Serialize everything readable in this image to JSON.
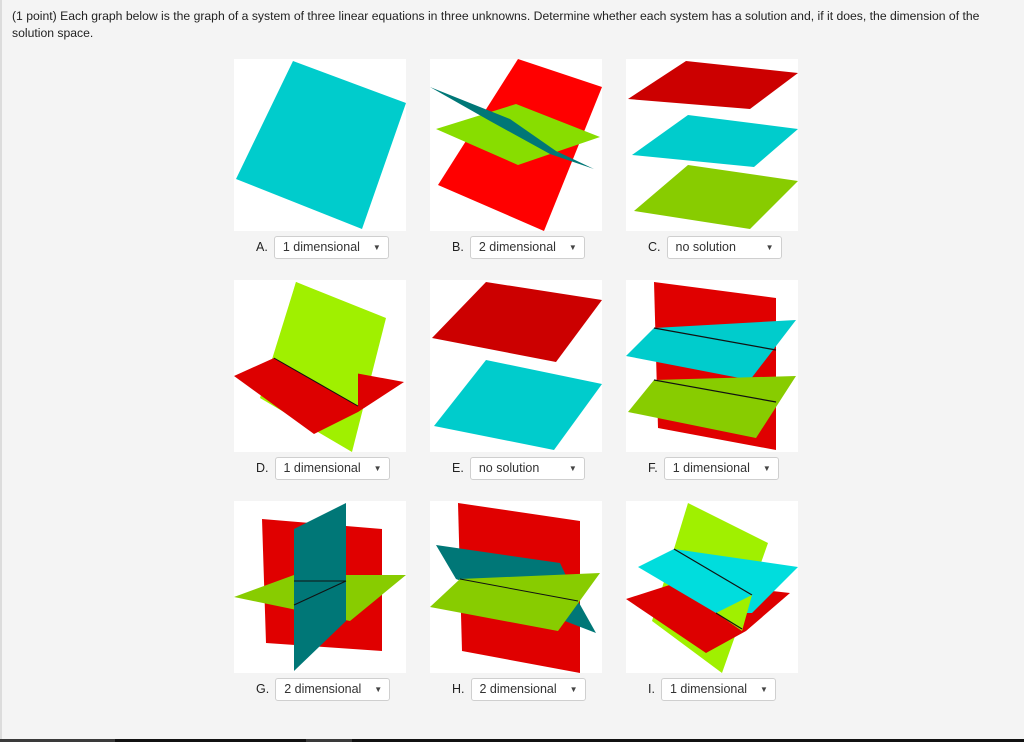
{
  "question": {
    "prompt": "(1 point) Each graph below is the graph of a system of three linear equations in three unknowns. Determine whether each system has a solution and, if it does, the dimension of the solution space."
  },
  "colors": {
    "red": "#e00000",
    "dark_red": "#cc0000",
    "cyan": "#00cccc",
    "teal": "#007777",
    "lime": "#88cc00",
    "bright_lime": "#a0f000",
    "page_bg": "#f4f4f4"
  },
  "graphs": [
    {
      "label": "A.",
      "selected": "1 dimensional",
      "description": "single cyan plane (three coincident planes)"
    },
    {
      "label": "B.",
      "selected": "2 dimensional",
      "description": "red, teal and green planes intersecting in a line"
    },
    {
      "label": "C.",
      "selected": "no solution",
      "description": "three parallel planes: red, cyan, green"
    },
    {
      "label": "D.",
      "selected": "1 dimensional",
      "description": "green and red planes intersecting in a line"
    },
    {
      "label": "E.",
      "selected": "no solution",
      "description": "two parallel planes: red and cyan"
    },
    {
      "label": "F.",
      "selected": "1 dimensional",
      "description": "red vertical plane crossed by parallel cyan and green planes"
    },
    {
      "label": "G.",
      "selected": "2 dimensional",
      "description": "red, teal and green planes meeting at a point"
    },
    {
      "label": "H.",
      "selected": "2 dimensional",
      "description": "red, teal and green planes sharing a line"
    },
    {
      "label": "I.",
      "selected": "1 dimensional",
      "description": "green, cyan and red planes with two parallel intersection lines"
    }
  ],
  "dropdown_arrow": "▼"
}
